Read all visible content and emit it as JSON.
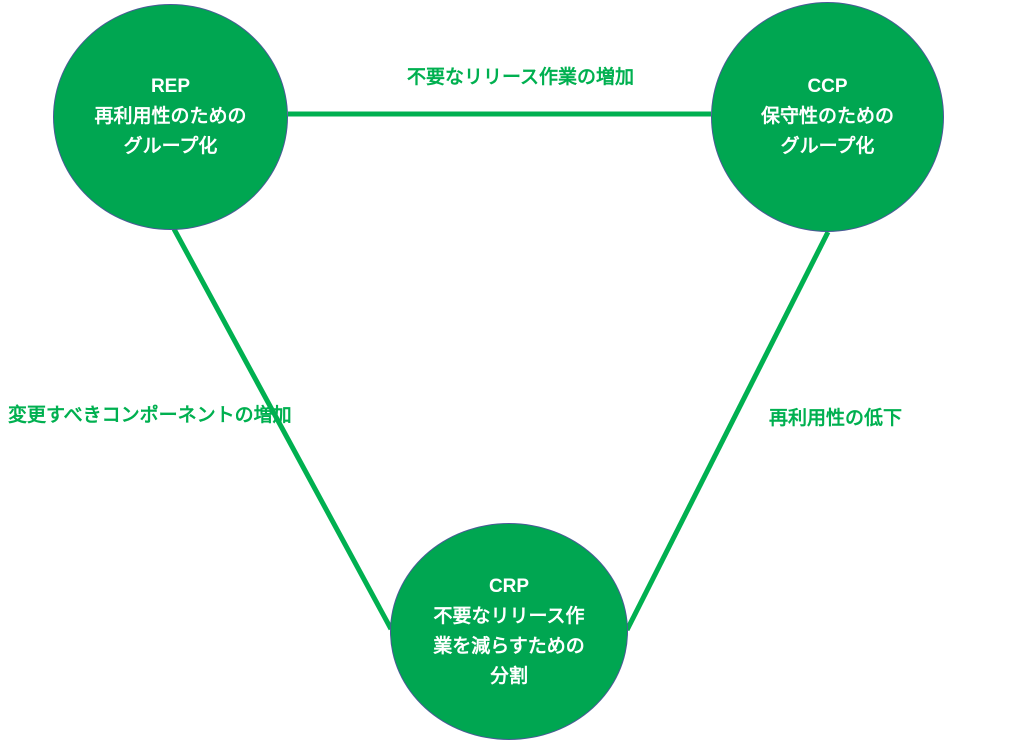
{
  "diagram": {
    "background": "#ffffff",
    "colors": {
      "node_fill": "#00A651",
      "node_border": "#4A5A96",
      "node_text": "#ffffff",
      "edge_line": "#00B050",
      "edge_label": "#00B050"
    },
    "nodes": {
      "rep": {
        "id": "REP",
        "label_lines": [
          "REP",
          "再利用性のための",
          "グループ化"
        ]
      },
      "ccp": {
        "id": "CCP",
        "label_lines": [
          "CCP",
          "保守性のための",
          "グループ化"
        ]
      },
      "crp": {
        "id": "CRP",
        "label_lines": [
          "CRP",
          "不要なリリース作",
          "業を減らすための",
          "分割"
        ]
      }
    },
    "edges": {
      "rep_ccp": {
        "label": "不要なリリース作業の増加"
      },
      "rep_crp": {
        "label": "変更すべきコンポーネントの増加"
      },
      "ccp_crp": {
        "label": "再利用性の低下"
      }
    }
  }
}
